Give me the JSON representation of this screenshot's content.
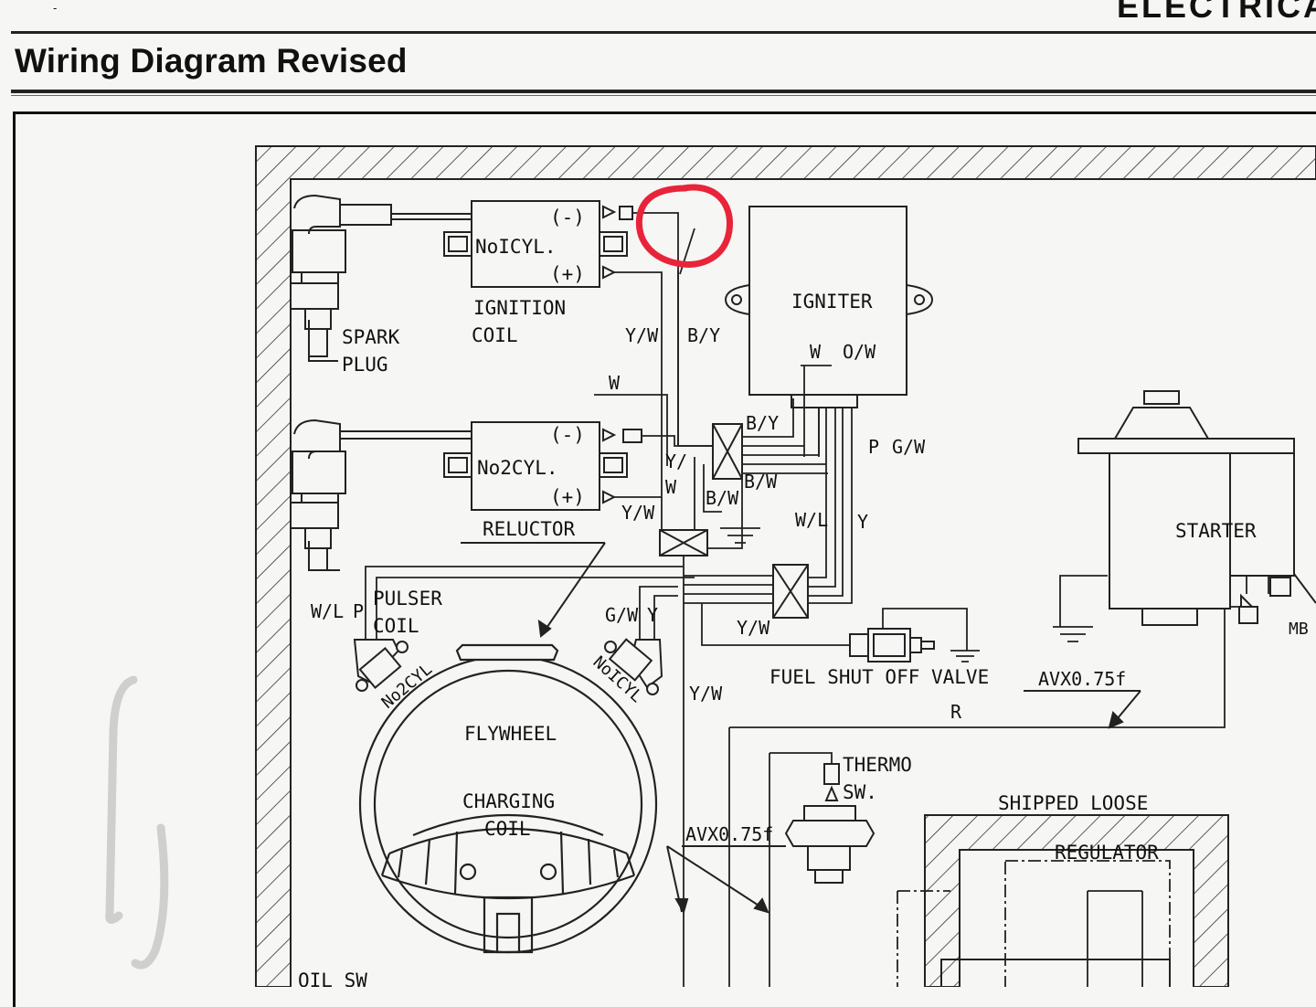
{
  "header": {
    "section_title": "ELECTRICA",
    "page_title": "Wiring Diagram Revised"
  },
  "diagram": {
    "components": {
      "no1cyl": "NoICYL.",
      "no2cyl": "No2CYL.",
      "ignition_coil": [
        "IGNITION",
        "COIL"
      ],
      "spark_plug": [
        "SPARK",
        "PLUG"
      ],
      "igniter": "IGNITER",
      "reluctor": "RELUCTOR",
      "pulser_coil": [
        "PULSER",
        "COIL"
      ],
      "flywheel": "FLYWHEEL",
      "charging_coil": [
        "CHARGING",
        "COIL"
      ],
      "starter": "STARTER",
      "fuel_shut_off_valve": "FUEL SHUT OFF VALVE",
      "thermo_sw": [
        "THERMO",
        "SW."
      ],
      "shipped_loose": "SHIPPED LOOSE",
      "regulator": "REGULATOR",
      "oil_sw": "OIL SW",
      "mb": "MB",
      "pulser_no2": "No2CYL",
      "pulser_no1": "NoICYL"
    },
    "terminals": {
      "minus": "(-)",
      "plus": "(+)"
    },
    "wire_labels": {
      "yw": "Y/W",
      "by": "B/Y",
      "w": "W",
      "ow": "O/W",
      "bw": "B/W",
      "p": "P",
      "gw": "G/W",
      "wl": "W/L",
      "y": "Y",
      "r": "R",
      "y_slash": "Y/",
      "avx_right": "AVX0.75f",
      "avx_center": "AVX0.75f"
    },
    "annotation": {
      "type": "red-circle-highlight",
      "color": "#e8243a"
    }
  }
}
